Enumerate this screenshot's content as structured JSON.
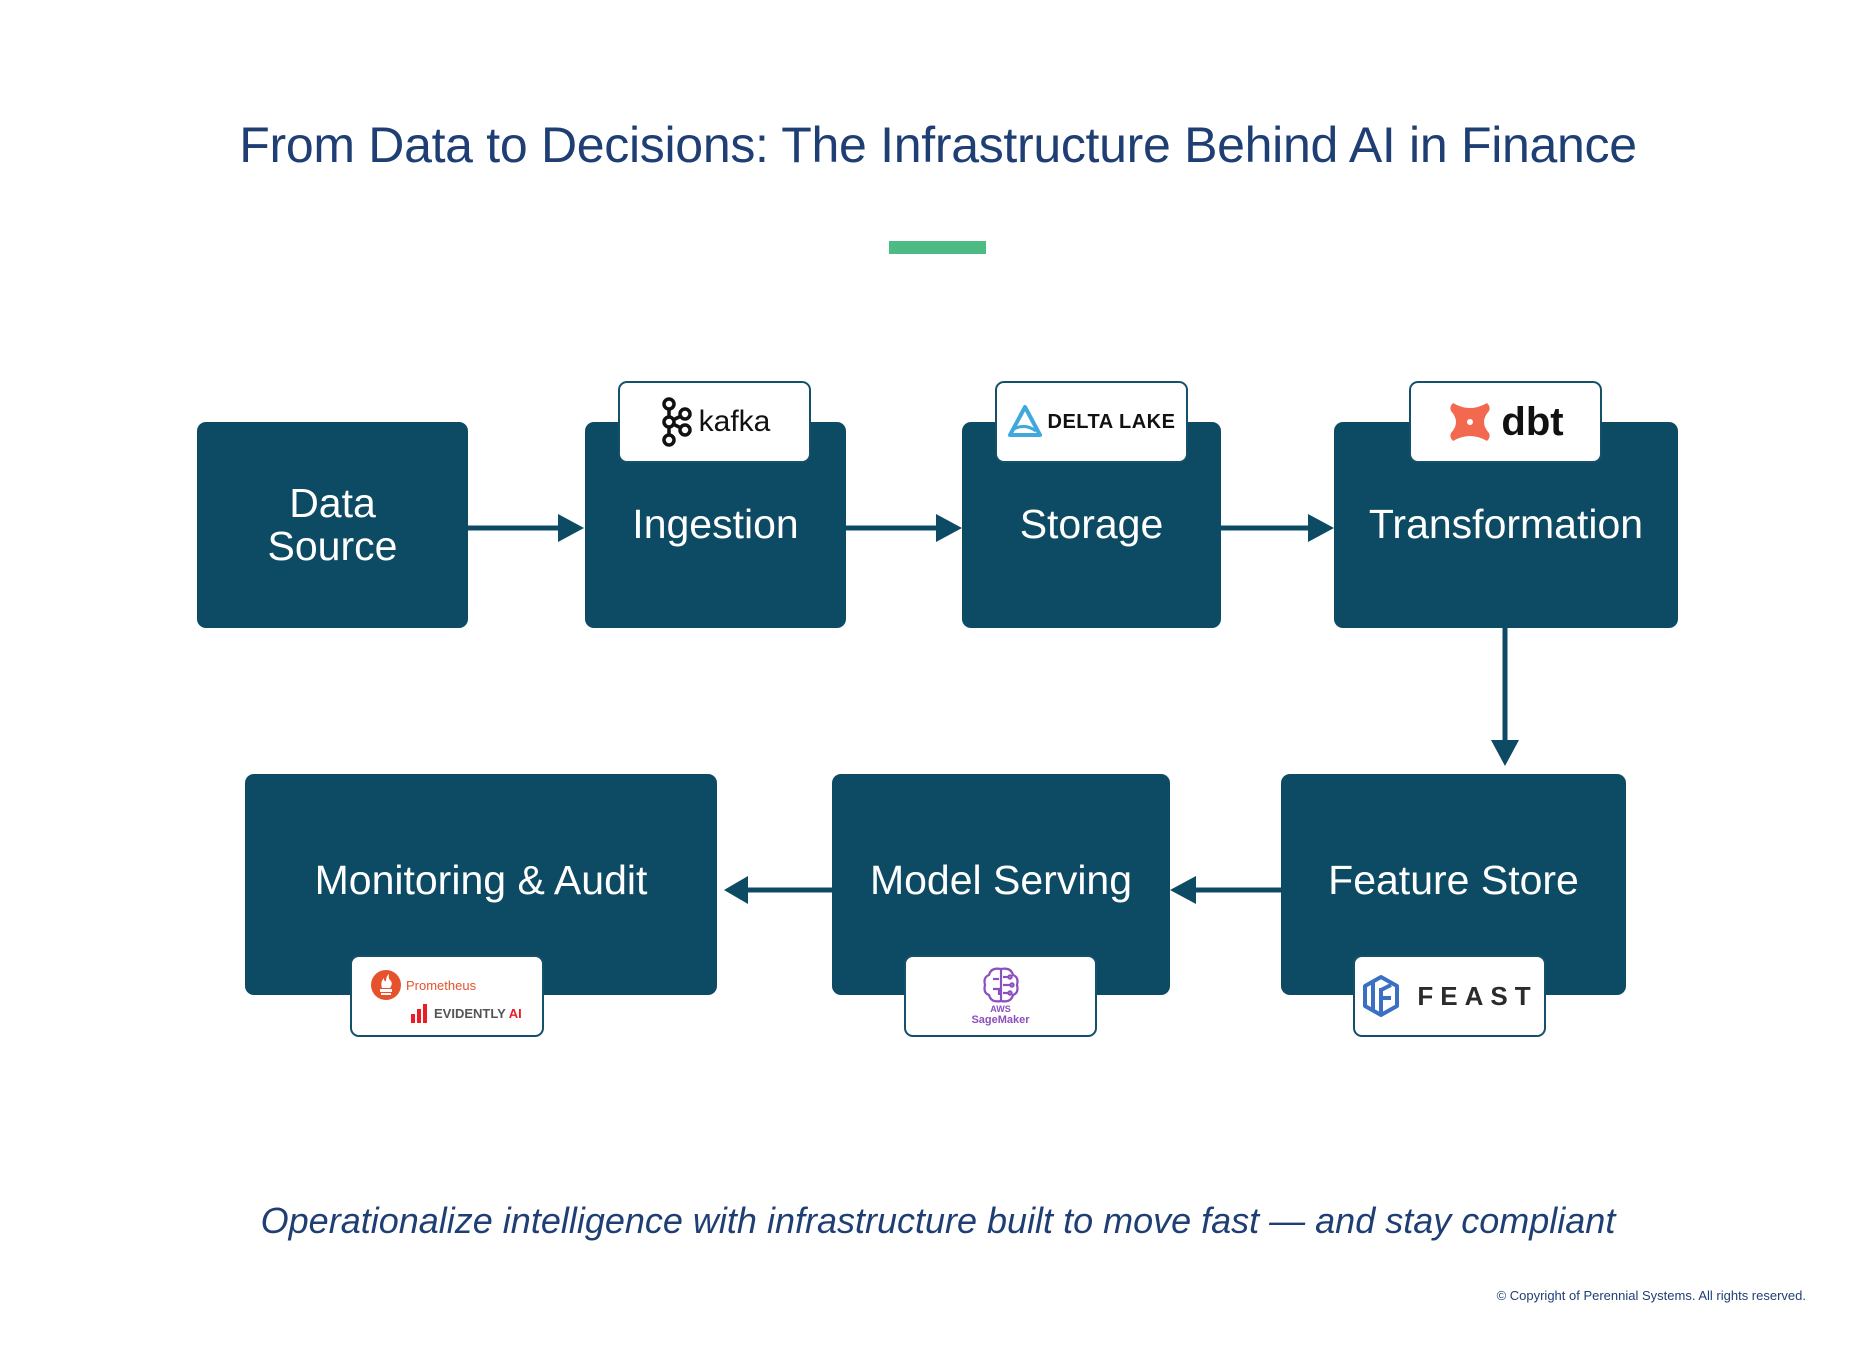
{
  "title": "From Data to Decisions: The Infrastructure Behind AI in Finance",
  "colors": {
    "title": "#1f3f74",
    "accent": "#4dbb84",
    "stage_fill": "#0d4a63",
    "stage_text": "#ffffff"
  },
  "pipeline": {
    "top_row": [
      {
        "id": "data-source",
        "label_line1": "Data",
        "label_line2": "Source"
      },
      {
        "id": "ingestion",
        "label": "Ingestion",
        "tool": {
          "name": "kafka",
          "icon": "kafka-icon"
        }
      },
      {
        "id": "storage",
        "label": "Storage",
        "tool": {
          "name": "DELTA LAKE",
          "icon": "delta-lake-icon"
        }
      },
      {
        "id": "transformation",
        "label": "Transformation",
        "tool": {
          "name": "dbt",
          "icon": "dbt-icon"
        }
      }
    ],
    "bottom_row": [
      {
        "id": "monitoring",
        "label": "Monitoring & Audit",
        "tools": [
          {
            "name": "Prometheus",
            "icon": "prometheus-icon"
          },
          {
            "name_main": "EVIDENTLY",
            "name_suffix": "AI",
            "icon": "evidently-ai-icon"
          }
        ]
      },
      {
        "id": "model-serving",
        "label": "Model Serving",
        "tool": {
          "name_line1": "AWS",
          "name_line2": "SageMaker",
          "icon": "sagemaker-icon"
        }
      },
      {
        "id": "feature-store",
        "label": "Feature Store",
        "tool": {
          "name": "FEAST",
          "icon": "feast-icon"
        }
      }
    ],
    "flow": [
      "Data Source",
      "Ingestion",
      "Storage",
      "Transformation",
      "Feature Store",
      "Model Serving",
      "Monitoring & Audit"
    ]
  },
  "tagline": "Operationalize intelligence with infrastructure built to move fast — and stay compliant",
  "copyright": "© Copyright of Perennial Systems. All rights reserved."
}
